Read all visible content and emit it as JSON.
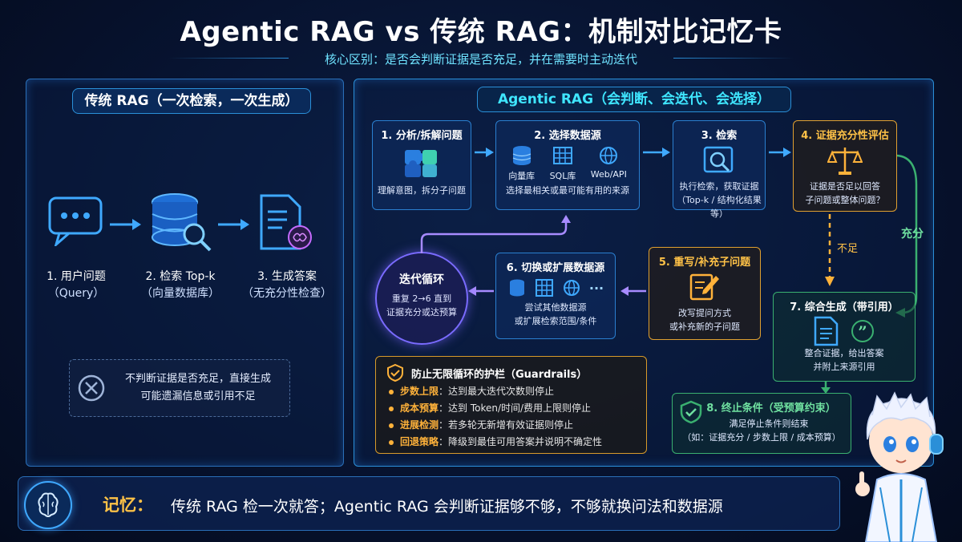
{
  "header": {
    "title": "Agentic RAG vs 传统 RAG：机制对比记忆卡",
    "subtitle": "核心区别：是否会判断证据是否充足，并在需要时主动迭代"
  },
  "traditional": {
    "title": "传统 RAG（一次检索，一次生成）",
    "steps": [
      {
        "label": "1. 用户问题",
        "sub": "（Query）"
      },
      {
        "label": "2. 检索 Top-k",
        "sub": "（向量数据库）"
      },
      {
        "label": "3. 生成答案",
        "sub": "（无充分性检查）"
      }
    ],
    "warning_line1": "不判断证据是否充足，直接生成",
    "warning_line2": "可能遗漏信息或引用不足"
  },
  "agentic": {
    "title": "Agentic RAG（会判断、会迭代、会选择）",
    "step1": {
      "title": "1. 分析/拆解问题",
      "text": "理解意图，拆分子问题"
    },
    "step2": {
      "title": "2. 选择数据源",
      "src1": "向量库",
      "src2": "SQL库",
      "src3": "Web/API",
      "text": "选择最相关或最可能有用的来源"
    },
    "step3": {
      "title": "3. 检索",
      "text1": "执行检索，获取证据",
      "text2": "（Top-k / 结构化结果等）"
    },
    "step4": {
      "title": "4. 证据充分性评估",
      "text1": "证据是否足以回答",
      "text2": "子问题或整体问题？"
    },
    "enough_label": "充分",
    "not_enough_label": "不足",
    "step5": {
      "title": "5. 重写/补充子问题",
      "text1": "改写提问方式",
      "text2": "或补充新的子问题"
    },
    "step6": {
      "title": "6. 切换或扩展数据源",
      "text1": "尝试其他数据源",
      "text2": "或扩展检索范围/条件",
      "more": "···"
    },
    "loop": {
      "title": "迭代循环",
      "text1": "重复 2→6 直到",
      "text2": "证据充分或达预算"
    },
    "step7": {
      "title": "7. 综合生成（带引用）",
      "text1": "整合证据，给出答案",
      "text2": "并附上来源引用"
    },
    "step8": {
      "title": "8. 终止条件（受预算约束）",
      "text1": "满足停止条件则结束",
      "text2": "（如：证据充分 / 步数上限 / 成本预算）"
    },
    "guardrails": {
      "title": "防止无限循环的护栏（Guardrails）",
      "items": [
        {
          "key": "步数上限",
          "text": "：达到最大迭代次数则停止"
        },
        {
          "key": "成本预算",
          "text": "：达到 Token/时间/费用上限则停止"
        },
        {
          "key": "进展检测",
          "text": "：若多轮无新增有效证据则停止"
        },
        {
          "key": "回退策略",
          "text": "：降级到最佳可用答案并说明不确定性"
        }
      ]
    }
  },
  "memory": {
    "label": "记忆：",
    "text": "传统 RAG 检一次就答；Agentic RAG 会判断证据够不够，不够就换问法和数据源"
  },
  "colors": {
    "accent": "#3fe6ff",
    "orange": "#ffc247",
    "green": "#3ab070",
    "blue_border": "#2a7fd0"
  }
}
